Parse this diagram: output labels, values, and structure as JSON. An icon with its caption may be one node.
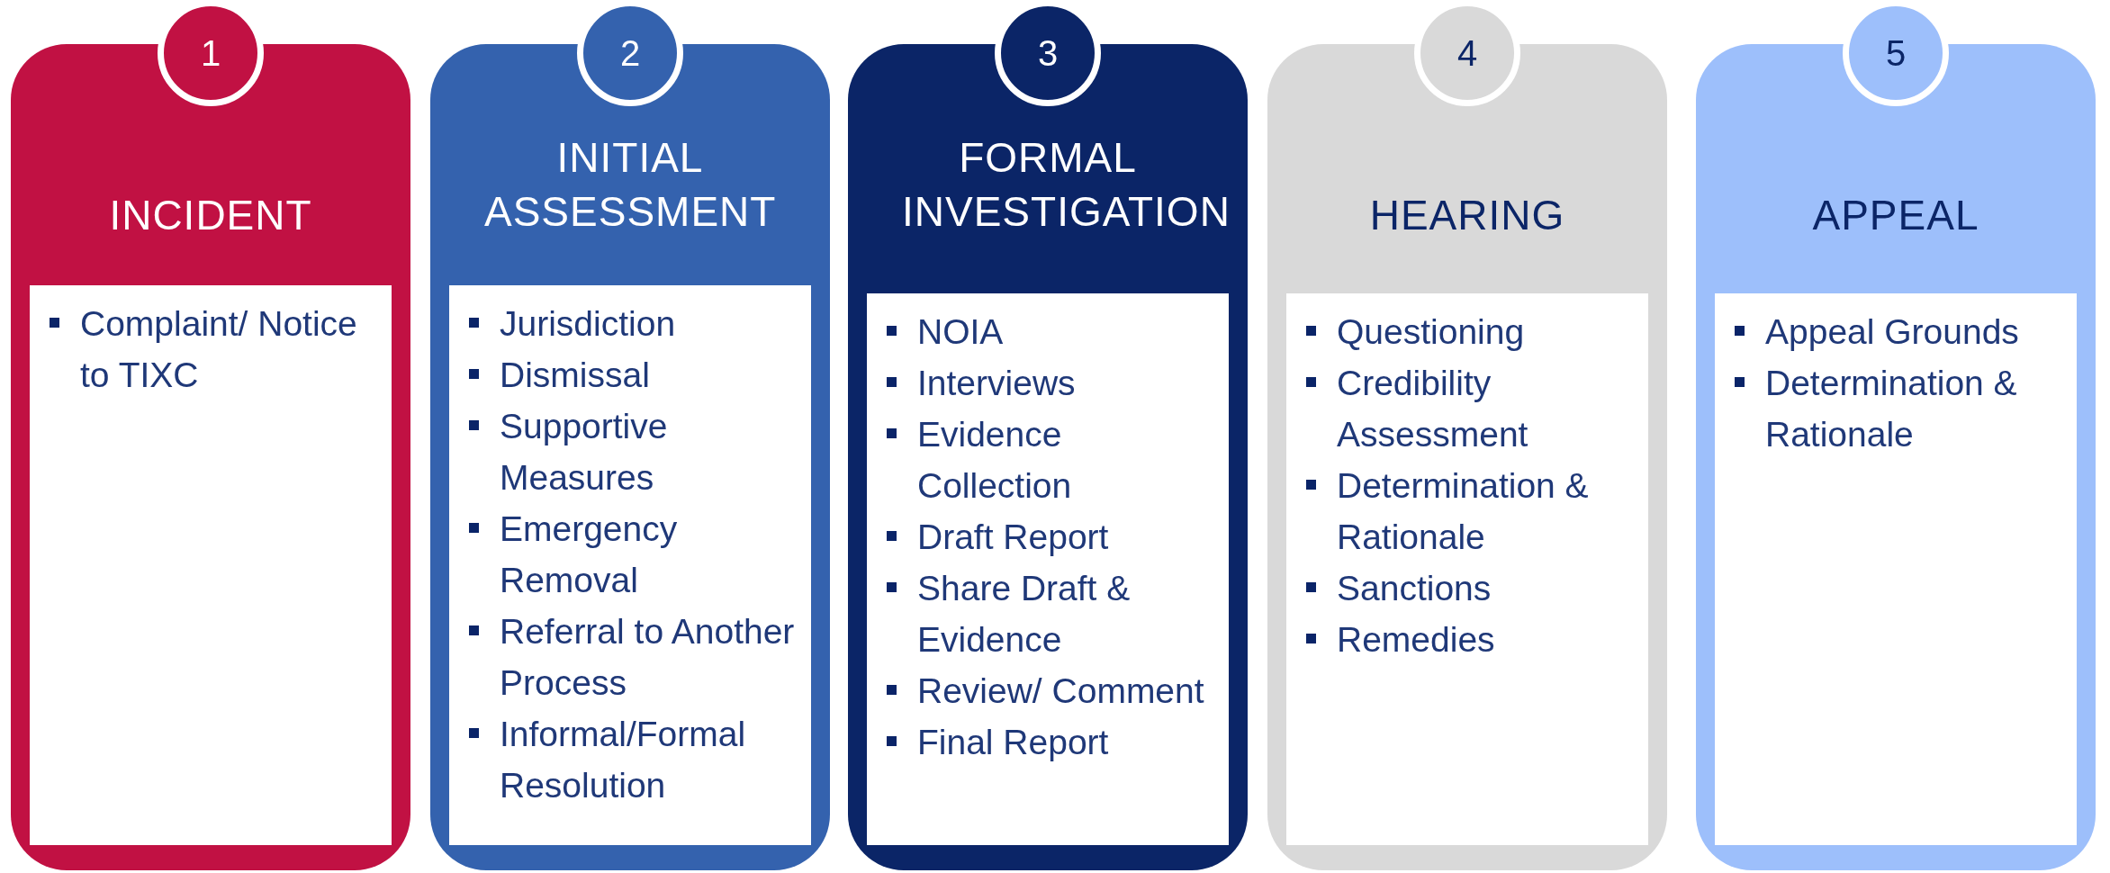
{
  "diagram": {
    "nodes": [
      {
        "text": [
          "1"
        ]
      },
      {
        "text": [
          "INCIDENT"
        ]
      },
      {
        "text": [
          "Complaint/ Notice to TIXC"
        ],
        "in": 1
      },
      {
        "text": [
          "2"
        ]
      },
      {
        "text": [
          "INITIAL ASSESSMENT"
        ]
      },
      {
        "text": [
          "Jurisdiction",
          "Dismissal",
          "Supportive Measures",
          "Emergency Removal",
          "Referral to Another Process",
          "Informal/Formal Resolution"
        ],
        "in": 4
      },
      {
        "text": [
          "3"
        ]
      },
      {
        "text": [
          "FORMAL INVESTIGATION"
        ]
      },
      {
        "text": [
          "NOIA",
          "Interviews",
          "Evidence Collection",
          "Draft Report",
          "Share Draft & Evidence",
          "Review/ Comment",
          "Final Report"
        ],
        "in": 7
      },
      {
        "text": [
          "4"
        ]
      },
      {
        "text": [
          "HEARING"
        ]
      },
      {
        "text": [
          "Questioning",
          "Credibility Assessment",
          "Determination & Rationale",
          "Sanctions",
          "Remedies"
        ],
        "in": 10
      },
      {
        "text": [
          "5"
        ]
      },
      {
        "text": [
          "APPEAL"
        ]
      },
      {
        "text": [
          "Appeal Grounds",
          "Determination & Rationale"
        ],
        "in": 13
      }
    ]
  }
}
